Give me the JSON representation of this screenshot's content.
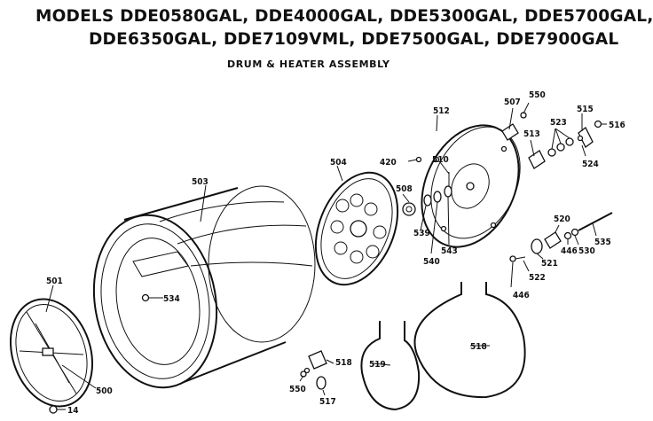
{
  "title_lines": [
    "MODELS DDE0580GAL, DDE4000GAL, DDE5300GAL, DDE5700GAL,",
    "DDE6350GAL, DDE7109VML, DDE7500GAL, DDE7900GAL"
  ],
  "subtitle": "DRUM & HEATER ASSEMBLY",
  "parts": {
    "p501": "501",
    "p500": "500",
    "p14": "14",
    "p503": "503",
    "p534": "534",
    "p504": "504",
    "p508": "508",
    "p420": "420",
    "p510": "510",
    "p512": "512",
    "p539": "539",
    "p540": "540",
    "p543": "543",
    "p507": "507",
    "p550a": "550",
    "p513": "513",
    "p523": "523",
    "p515": "515",
    "p516": "516",
    "p524": "524",
    "p520": "520",
    "p446a": "446",
    "p530": "530",
    "p535": "535",
    "p521": "521",
    "p522": "522",
    "p446b": "446",
    "p518a": "518",
    "p550b": "550",
    "p517": "517",
    "p519": "519",
    "p518b": "518"
  }
}
